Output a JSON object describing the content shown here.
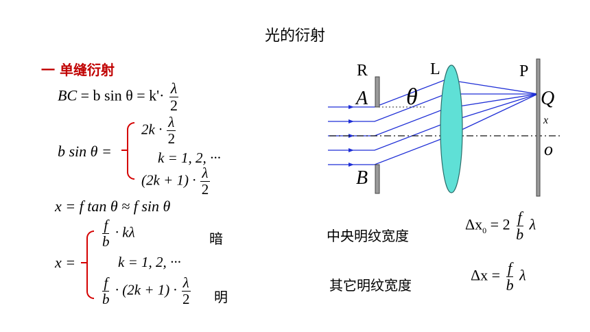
{
  "title": "光的衍射",
  "section": {
    "heading": "一 单缝衍射"
  },
  "formulas": {
    "bc_lhs": "BC",
    "bc_eq": "= b sin θ = k'·",
    "lambda": "λ",
    "two": "2",
    "bsin_lhs": "b sin θ =",
    "case_even": "2k ·",
    "k_range": "k = 1, 2, ···",
    "case_odd": "(2k + 1) ·",
    "x_relation": "x = f tan θ ≈ f sin θ",
    "x_lhs": "x =",
    "f": "f",
    "b": "b",
    "dark_tail": "· kλ",
    "bright_mid": "· (2k + 1) ·",
    "dark_label": "暗",
    "bright_label": "明"
  },
  "diagram": {
    "labels": {
      "R": "R",
      "L": "L",
      "P": "P",
      "A": "A",
      "B": "B",
      "theta": "θ",
      "Q": "Q",
      "x": "x",
      "o": "o"
    },
    "colors": {
      "rays": "#1f2fd6",
      "lens_fill": "#5fe0d6",
      "slit": "#9a9a9a"
    }
  },
  "widths": {
    "central": {
      "label": "中央明纹宽度",
      "delta": "Δx",
      "sub": "0",
      "eq": "= 2",
      "f": "f",
      "b": "b",
      "lambda": "λ"
    },
    "other": {
      "label": "其它明纹宽度",
      "delta": "Δx",
      "eq": "=",
      "f": "f",
      "b": "b",
      "lambda": "λ"
    }
  }
}
